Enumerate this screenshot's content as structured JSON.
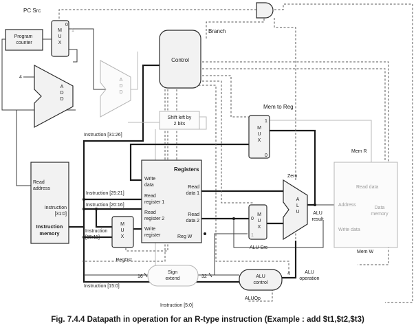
{
  "diagram": {
    "labels": {
      "pc_src": "PC Src",
      "branch": "Branch",
      "program_counter": "Program\ncounter",
      "mux": "M\nU\nX",
      "add": "A\nD\nD",
      "add_const": "4",
      "control": "Control",
      "shift_left": "Shift left by\n2 bits",
      "instruction_31_26": "Instruction [31:26]",
      "mem_to_reg": "Mem to Reg",
      "mem_r": "Mem R",
      "registers": "Registers",
      "write_data": "Write\ndata",
      "read_register_1": "Read\nregister 1",
      "read_register_2": "Read\nregister 2",
      "write_register": "Write\nregister",
      "read_data_1": "Read\ndata 1",
      "read_data_2": "Read\ndata 2",
      "reg_w": "Reg W",
      "read_address": "Read\naddress",
      "instruction_31_0": "Instruction\n[31:0]",
      "instruction_memory": "Instruction\nmemory",
      "instruction_25_21": "Instruction [25:21]",
      "instruction_20_16": "Instruction [20:16]",
      "instruction_15_11": "Instruction\n[15:11]",
      "reg_dst": "RegDst",
      "zero": "Zero",
      "alu": "A\nL\nU",
      "alu_result": "ALU\nresult",
      "alu_src": "ALU Src",
      "read_data": "Read data",
      "address": "Address",
      "write_data_mem": "Write data",
      "data_memory": "Data\nmemory",
      "mem_w": "Mem W",
      "sixteen": "16",
      "thirty_two": "32",
      "sign_extend": "Sign\nextend",
      "instruction_15_0": "Instruction [15:0]",
      "alu_control": "ALU\ncontrol",
      "four_bits": "4",
      "alu_operation": "ALU\noperation",
      "instruction_5_0": "Instruction [5:0]",
      "alu_op": "ALUOp",
      "mux_zero": "0",
      "mux_one": "1"
    },
    "caption": "Fig. 7.4.4 Datapath in operation for an R-type instruction (Example : add $t1,$t2,$t3)",
    "colors": {
      "active_path": "#1a1a1a",
      "inactive_path": "#b8b8b8",
      "caption": "#1a1a1a"
    }
  }
}
